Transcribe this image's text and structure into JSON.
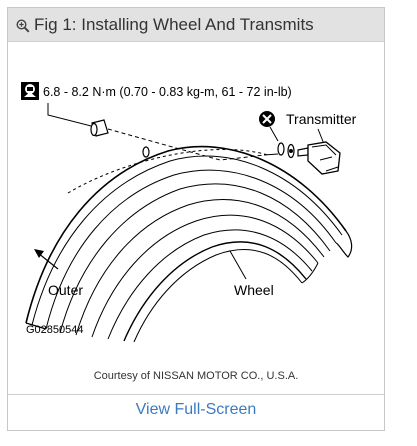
{
  "header": {
    "title": "Fig 1: Installing Wheel And Transmits",
    "zoom_icon": "zoom-in-icon"
  },
  "figure": {
    "torque_spec": "6.8 - 8.2 N·m (0.70 - 0.83 kg-m, 61 - 72 in-lb)",
    "torque_icon": "torque-wrench-icon",
    "no_reuse_icon": "do-not-reuse-icon",
    "transmitter_label": "Transmitter",
    "outer_label": "Outer",
    "wheel_label": "Wheel",
    "figure_code": "G02850544"
  },
  "courtesy": "Courtesy of NISSAN MOTOR CO., U.S.A.",
  "footer": {
    "view_fullscreen": "View Full-Screen"
  },
  "colors": {
    "header_bg": "#e2e2e2",
    "link": "#3a7bbf",
    "border": "#c8c8c8"
  }
}
